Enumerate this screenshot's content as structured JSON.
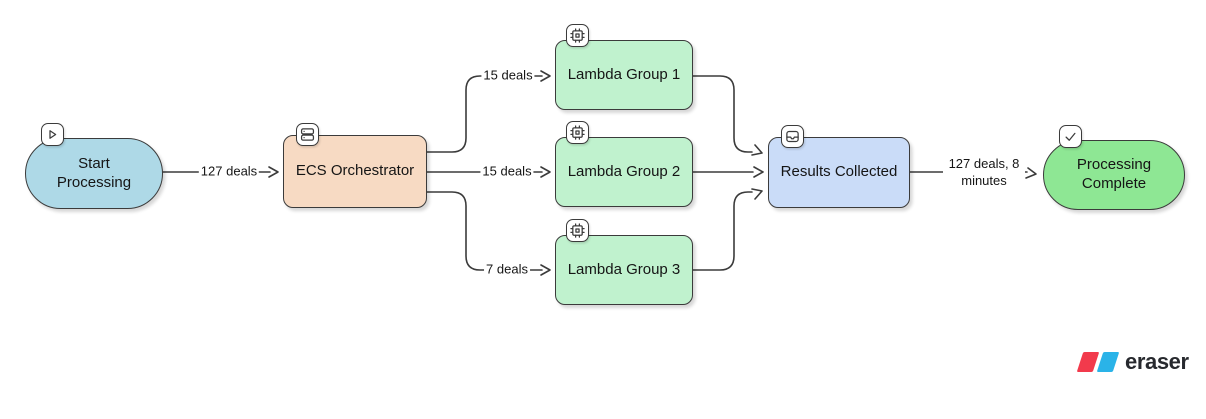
{
  "nodes": {
    "start": {
      "label": "Start Processing",
      "icon": "play-icon",
      "color": "#aed9e7",
      "shape": "stadium"
    },
    "ecs": {
      "label": "ECS Orchestrator",
      "icon": "server-icon",
      "color": "#f7dac3",
      "shape": "rectangle"
    },
    "lambda1": {
      "label": "Lambda Group 1",
      "icon": "cpu-icon",
      "color": "#c0f2ce",
      "shape": "rectangle"
    },
    "lambda2": {
      "label": "Lambda Group 2",
      "icon": "cpu-icon",
      "color": "#c0f2ce",
      "shape": "rectangle"
    },
    "lambda3": {
      "label": "Lambda Group 3",
      "icon": "cpu-icon",
      "color": "#c0f2ce",
      "shape": "rectangle"
    },
    "results": {
      "label": "Results Collected",
      "icon": "inbox-icon",
      "color": "#cadcf8",
      "shape": "rectangle"
    },
    "complete": {
      "label": "Processing Complete",
      "icon": "check-icon",
      "color": "#8ee794",
      "shape": "stadium"
    }
  },
  "edges": [
    {
      "from": "Start Processing",
      "to": "ECS Orchestrator",
      "label": "127 deals"
    },
    {
      "from": "ECS Orchestrator",
      "to": "Lambda Group 1",
      "label": "15 deals"
    },
    {
      "from": "ECS Orchestrator",
      "to": "Lambda Group 2",
      "label": "15 deals"
    },
    {
      "from": "ECS Orchestrator",
      "to": "Lambda Group 3",
      "label": "7 deals"
    },
    {
      "from": "Lambda Group 1",
      "to": "Results Collected",
      "label": ""
    },
    {
      "from": "Lambda Group 2",
      "to": "Results Collected",
      "label": ""
    },
    {
      "from": "Lambda Group 3",
      "to": "Results Collected",
      "label": ""
    },
    {
      "from": "Results Collected",
      "to": "Processing Complete",
      "label": "127 deals, 8 minutes"
    }
  ],
  "edge_labels": {
    "start_ecs": "127 deals",
    "ecs_lambda1": "15 deals",
    "ecs_lambda2": "15 deals",
    "ecs_lambda3": "7 deals",
    "results_complete": "127 deals, 8 minutes"
  },
  "branding": {
    "logo_text": "eraser",
    "logo_red": "#f23a4c",
    "logo_blue": "#2ab3e8"
  }
}
